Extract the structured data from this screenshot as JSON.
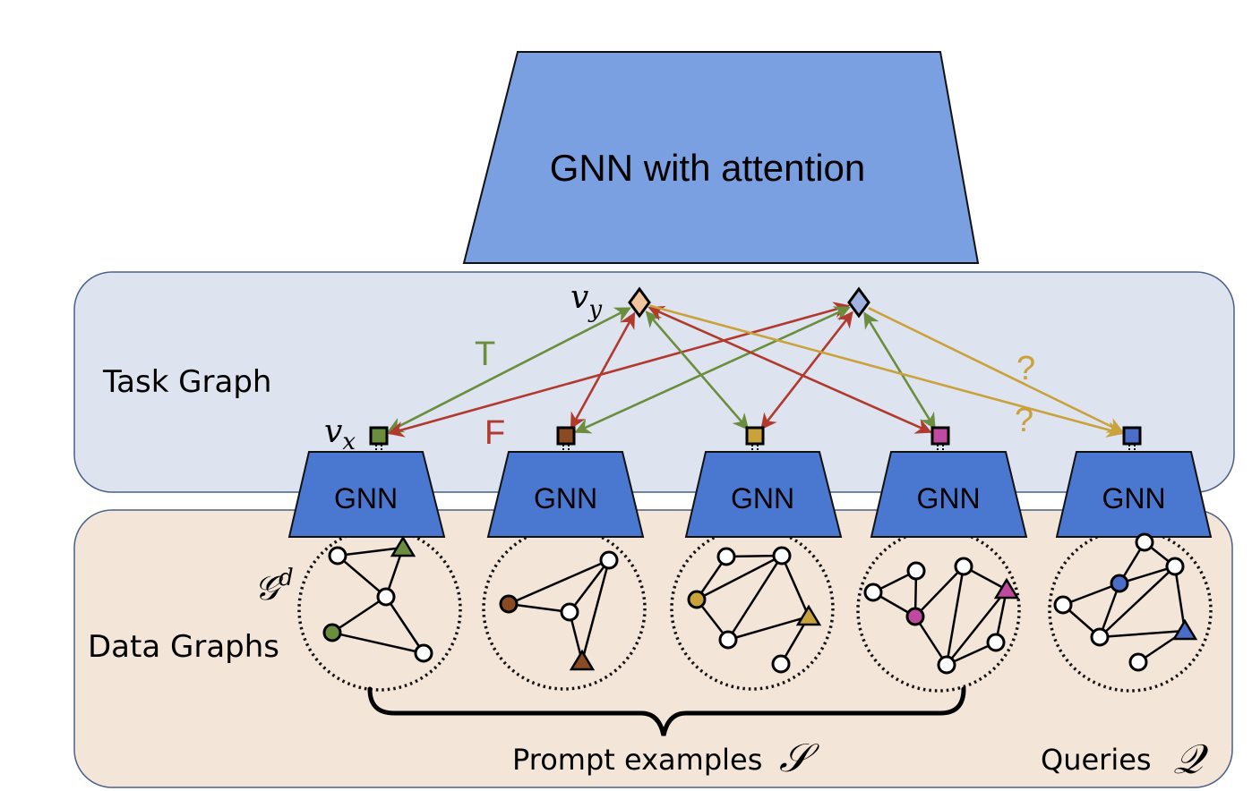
{
  "title_block": {
    "label": "GNN with attention"
  },
  "panels": {
    "task_graph_label": "Task Graph",
    "data_graphs_label": "Data Graphs"
  },
  "math_labels": {
    "v_y": "v",
    "v_y_sub": "y",
    "v_x": "v",
    "v_x_sub": "x",
    "g_d": "𝒢",
    "g_d_sup": "d"
  },
  "edge_labels": {
    "true_label": "T",
    "false_label": "F",
    "unknown_label_1": "?",
    "unknown_label_2": "?"
  },
  "colors": {
    "task_panel_fill": "#dde3ef",
    "data_panel_fill": "#f3e5d8",
    "panel_stroke": "#4a6088",
    "big_gnn_fill": "#7aa0e2",
    "small_gnn_fill": "#4a78d0",
    "true_edge": "#6b8e3e",
    "false_edge": "#b03a2e",
    "query_edge": "#c9a23c",
    "label_node_T": "#f2c49b",
    "label_node_F": "#9fb2e0"
  },
  "label_nodes": [
    {
      "id": "label-true",
      "color": "#f2c49b"
    },
    {
      "id": "label-false",
      "color": "#9fb2e0"
    }
  ],
  "examples": [
    {
      "gnn_label": "GNN",
      "node_color": "#6b8e3e",
      "role": "prompt",
      "label": "T"
    },
    {
      "gnn_label": "GNN",
      "node_color": "#8a4a22",
      "role": "prompt",
      "label": "F"
    },
    {
      "gnn_label": "GNN",
      "node_color": "#c9a23c",
      "role": "prompt",
      "label": "T"
    },
    {
      "gnn_label": "GNN",
      "node_color": "#c04aa0",
      "role": "prompt",
      "label": "F"
    },
    {
      "gnn_label": "GNN",
      "node_color": "#4a6ec8",
      "role": "query",
      "label": "?"
    }
  ],
  "footer": {
    "prompt_examples_label": "Prompt examples",
    "prompt_examples_symbol": "𝒮",
    "queries_label": "Queries",
    "queries_symbol": "𝒬"
  }
}
